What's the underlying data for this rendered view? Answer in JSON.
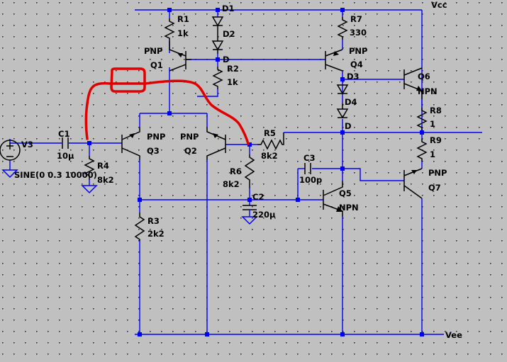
{
  "colors": {
    "background": "#c0c0c0",
    "wire": "#0000ff",
    "component": "#000000",
    "annotation": "#e00000"
  },
  "labels": {
    "d1": "D1",
    "vcc": "Vcc",
    "r1": "R1",
    "r1_val": "1k",
    "d2": "D2",
    "q1_type": "PNP",
    "q1": "Q1",
    "d_left": "D",
    "r2": "R2",
    "r2_val": "1k",
    "r7": "R7",
    "r7_val": "330",
    "q4_type": "PNP",
    "q4": "Q4",
    "d3": "D3",
    "q6": "Q6",
    "q6_type": "NPN",
    "d4": "D4",
    "r8": "R8",
    "r8_val": "1",
    "d_right": "D",
    "q3_type": "PNP",
    "q3": "Q3",
    "q2_type": "PNP",
    "q2": "Q2",
    "r5": "R5",
    "r5_val": "8k2",
    "r9": "R9",
    "r9_val": "1",
    "v3": "V3",
    "c1": "C1",
    "c1_val": "10µ",
    "r4": "R4",
    "r4_val": "8k2",
    "sine": "SINE(0 0.3 10000)",
    "c3": "C3",
    "c3_val": "100p",
    "r6": "R6",
    "r6_val": "8k2",
    "c2": "C2",
    "c2_val": "220µ",
    "q5": "Q5",
    "q5_type": "NPN",
    "q7_type": "PNP",
    "q7": "Q7",
    "r3": "R3",
    "r3_val": "2k2",
    "vee": "Vee"
  }
}
